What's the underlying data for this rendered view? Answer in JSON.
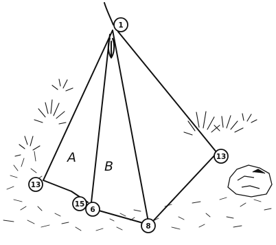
{
  "tent": {
    "panels": [
      {
        "id": "A",
        "label": "A"
      },
      {
        "id": "B",
        "label": "B"
      }
    ],
    "points": [
      {
        "id": "apex",
        "label": "1"
      },
      {
        "id": "left-corner",
        "label": "13"
      },
      {
        "id": "front-left",
        "label": "15"
      },
      {
        "id": "front-mid",
        "label": "6"
      },
      {
        "id": "front-right",
        "label": "8"
      },
      {
        "id": "right-corner",
        "label": "13"
      }
    ]
  },
  "colors": {
    "ink": "#111111",
    "paper": "#ffffff"
  }
}
